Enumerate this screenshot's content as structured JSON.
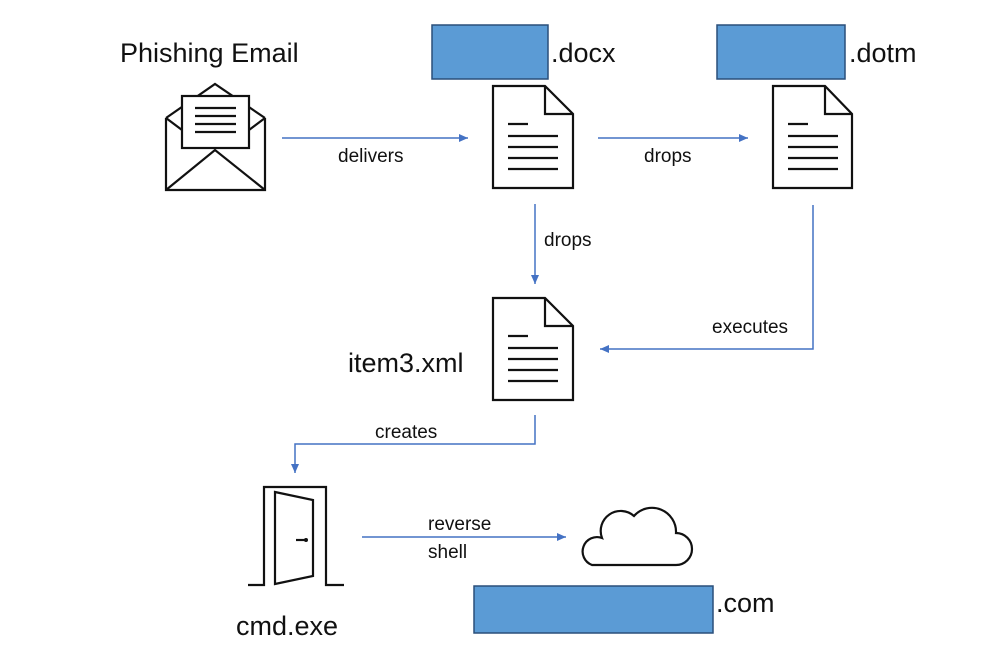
{
  "colors": {
    "redaction_fill": "#5b9bd5",
    "redaction_border": "#2a4f7a",
    "arrow": "#4472c4",
    "icon_stroke": "#111111",
    "background": "#ffffff"
  },
  "nodes": {
    "phishing_email": {
      "label": "Phishing Email",
      "icon": "envelope-icon"
    },
    "docx": {
      "label": ".docx",
      "icon": "document-icon"
    },
    "dotm": {
      "label": ".dotm",
      "icon": "document-icon"
    },
    "item3": {
      "label": "item3.xml",
      "icon": "document-icon"
    },
    "cmd": {
      "label": "cmd.exe",
      "icon": "door-icon"
    },
    "c2": {
      "label": ".com",
      "icon": "cloud-icon"
    }
  },
  "edges": {
    "delivers": "delivers",
    "drops_dotm": "drops",
    "drops_item3": "drops",
    "executes": "executes",
    "creates": "creates",
    "reverse_shell_line1": "reverse",
    "reverse_shell_line2": "shell"
  }
}
